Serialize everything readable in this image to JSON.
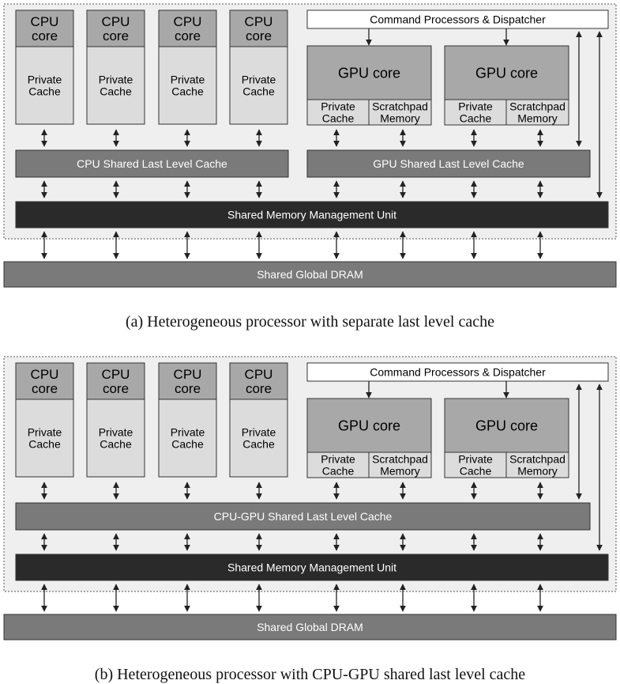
{
  "labels": {
    "cpu_core": "CPU\ncore",
    "private_cache": "Private\nCache",
    "gpu_core": "GPU core",
    "gpu_private_cache": "Private\nCache",
    "scratchpad": "Scratchpad\nMemory",
    "dispatcher": "Command Processors & Dispatcher",
    "mmu": "Shared Memory Management Unit",
    "dram": "Shared Global DRAM"
  },
  "panels": [
    {
      "llc": [
        {
          "label": "CPU Shared Last Level Cache",
          "span": "cpu"
        },
        {
          "label": "GPU Shared Last Level Cache",
          "span": "gpu"
        }
      ],
      "caption": "(a) Heterogeneous processor with separate last level cache"
    },
    {
      "llc": [
        {
          "label": "CPU-GPU Shared Last Level Cache",
          "span": "all"
        }
      ],
      "caption": "(b) Heterogeneous processor with CPU-GPU shared last level cache"
    }
  ],
  "colors": {
    "panel_bg": "#efefef",
    "core_head": "#a8a8a8",
    "cache_body": "#dcdcdc",
    "gpu_core": "#a8a8a8",
    "gpu_sub": "#dcdcdc",
    "llc": "#7a7a7a",
    "mmu": "#2a2a2a",
    "dram": "#7a7a7a",
    "line": "#222222"
  }
}
